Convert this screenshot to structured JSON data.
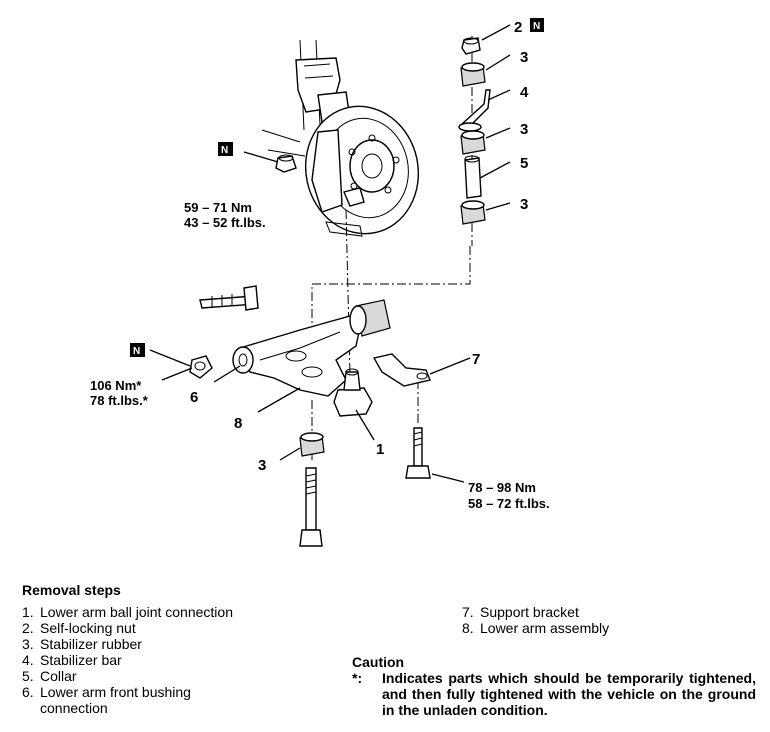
{
  "callouts": {
    "c1": "1",
    "c2": "2",
    "c3a": "3",
    "c3b": "3",
    "c3c": "3",
    "c3d": "3",
    "c4": "4",
    "c5": "5",
    "c6": "6",
    "c7": "7",
    "c8": "8",
    "n_mark": "N"
  },
  "torques": {
    "t1_line1": "59 – 71 Nm",
    "t1_line2": "43 – 52 ft.lbs.",
    "t2_line1": "106 Nm*",
    "t2_line2": "78 ft.lbs.*",
    "t3_line1": "78 – 98 Nm",
    "t3_line2": "58 – 72 ft.lbs."
  },
  "removal": {
    "title": "Removal steps",
    "steps_left": [
      {
        "num": "1.",
        "text": "Lower arm ball joint connection"
      },
      {
        "num": "2.",
        "text": "Self-locking nut"
      },
      {
        "num": "3.",
        "text": "Stabilizer rubber"
      },
      {
        "num": "4.",
        "text": "Stabilizer bar"
      },
      {
        "num": "5.",
        "text": "Collar"
      },
      {
        "num": "6.",
        "text": "Lower arm front bushing connection"
      }
    ],
    "steps_right": [
      {
        "num": "7.",
        "text": "Support bracket"
      },
      {
        "num": "8.",
        "text": "Lower arm assembly"
      }
    ]
  },
  "caution": {
    "title": "Caution",
    "marker": "*:",
    "text": "Indicates parts which should be temporarily tightened, and then fully tightened with the vehicle on the ground in the unladen condition."
  }
}
